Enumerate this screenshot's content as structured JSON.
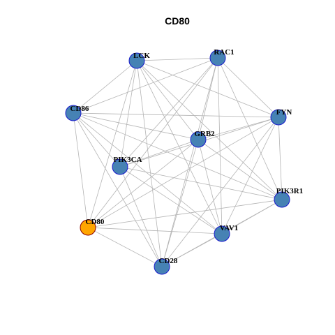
{
  "title": "CD80",
  "colors": {
    "node_fill": "#4682B4",
    "node_stroke": "#1a1acd",
    "highlight_fill": "#FFA500",
    "highlight_stroke": "#8B0000",
    "edge": "#b4b4b4"
  },
  "nodes": [
    {
      "id": "LCK",
      "label": "LCK",
      "highlight": false
    },
    {
      "id": "RAC1",
      "label": "RAC1",
      "highlight": false
    },
    {
      "id": "CD86",
      "label": "CD86",
      "highlight": false
    },
    {
      "id": "FYN",
      "label": "FYN",
      "highlight": false
    },
    {
      "id": "GRB2",
      "label": "GRB2",
      "highlight": false
    },
    {
      "id": "PIK3CA",
      "label": "PIK3CA",
      "highlight": false
    },
    {
      "id": "PIK3R1",
      "label": "PIK3R1",
      "highlight": false
    },
    {
      "id": "CD80",
      "label": "CD80",
      "highlight": true
    },
    {
      "id": "VAV1",
      "label": "VAV1",
      "highlight": false
    },
    {
      "id": "CD28",
      "label": "CD28",
      "highlight": false
    }
  ],
  "edges": [
    [
      "LCK",
      "RAC1"
    ],
    [
      "LCK",
      "CD86"
    ],
    [
      "LCK",
      "FYN"
    ],
    [
      "LCK",
      "GRB2"
    ],
    [
      "LCK",
      "PIK3CA"
    ],
    [
      "LCK",
      "PIK3R1"
    ],
    [
      "LCK",
      "CD80"
    ],
    [
      "LCK",
      "VAV1"
    ],
    [
      "LCK",
      "CD28"
    ],
    [
      "RAC1",
      "CD86"
    ],
    [
      "RAC1",
      "FYN"
    ],
    [
      "RAC1",
      "GRB2"
    ],
    [
      "RAC1",
      "PIK3CA"
    ],
    [
      "RAC1",
      "PIK3R1"
    ],
    [
      "RAC1",
      "CD80"
    ],
    [
      "RAC1",
      "VAV1"
    ],
    [
      "RAC1",
      "CD28"
    ],
    [
      "CD86",
      "FYN"
    ],
    [
      "CD86",
      "GRB2"
    ],
    [
      "CD86",
      "PIK3CA"
    ],
    [
      "CD86",
      "PIK3R1"
    ],
    [
      "CD86",
      "CD80"
    ],
    [
      "CD86",
      "VAV1"
    ],
    [
      "CD86",
      "CD28"
    ],
    [
      "FYN",
      "GRB2"
    ],
    [
      "FYN",
      "PIK3CA"
    ],
    [
      "FYN",
      "PIK3R1"
    ],
    [
      "FYN",
      "CD80"
    ],
    [
      "FYN",
      "VAV1"
    ],
    [
      "FYN",
      "CD28"
    ],
    [
      "GRB2",
      "PIK3CA"
    ],
    [
      "GRB2",
      "PIK3R1"
    ],
    [
      "GRB2",
      "CD80"
    ],
    [
      "GRB2",
      "VAV1"
    ],
    [
      "GRB2",
      "CD28"
    ],
    [
      "PIK3CA",
      "PIK3R1"
    ],
    [
      "PIK3CA",
      "VAV1"
    ],
    [
      "PIK3CA",
      "CD28"
    ],
    [
      "PIK3R1",
      "CD80"
    ],
    [
      "PIK3R1",
      "VAV1"
    ],
    [
      "PIK3R1",
      "CD28"
    ],
    [
      "CD80",
      "VAV1"
    ],
    [
      "CD80",
      "CD28"
    ],
    [
      "VAV1",
      "CD28"
    ]
  ]
}
